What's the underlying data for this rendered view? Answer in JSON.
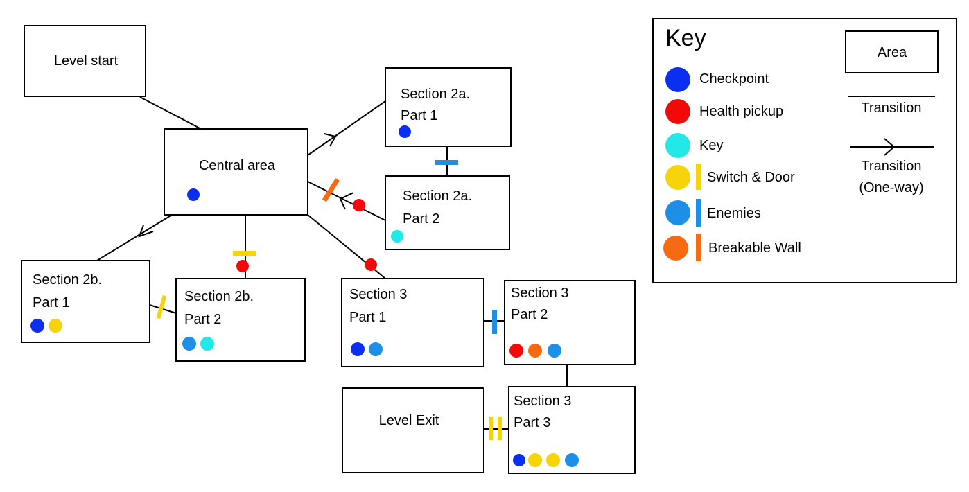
{
  "colors": {
    "checkpoint": "#0a2ff2",
    "health": "#f20a0a",
    "key": "#23e8e8",
    "switch_door": "#f7d40a",
    "enemies": "#1e8fe6",
    "breakable": "#f76a13"
  },
  "nodes": {
    "level_start": {
      "label_lines": [
        "Level start"
      ]
    },
    "central_area": {
      "label_lines": [
        "Central area"
      ]
    },
    "s2a_p1": {
      "label_lines": [
        "Section 2a.",
        "Part 1"
      ]
    },
    "s2a_p2": {
      "label_lines": [
        "Section 2a.",
        "Part 2"
      ]
    },
    "s2b_p1": {
      "label_lines": [
        "Section 2b.",
        "Part 1"
      ]
    },
    "s2b_p2": {
      "label_lines": [
        "Section 2b.",
        "Part 2"
      ]
    },
    "s3_p1": {
      "label_lines": [
        "Section 3",
        "Part 1"
      ]
    },
    "s3_p2": {
      "label_lines": [
        "Section 3",
        "Part 2"
      ]
    },
    "s3_p3": {
      "label_lines": [
        "Section 3",
        "Part 3"
      ]
    },
    "level_exit": {
      "label_lines": [
        "Level Exit"
      ]
    }
  },
  "key": {
    "title": "Key",
    "area_label": "Area",
    "transition_label": "Transition",
    "transition_oneway_line1": "Transition",
    "transition_oneway_line2": "(One-way)",
    "items": [
      {
        "label": "Checkpoint"
      },
      {
        "label": "Health pickup"
      },
      {
        "label": "Key"
      },
      {
        "label": "Switch & Door"
      },
      {
        "label": "Enemies"
      },
      {
        "label": "Breakable Wall"
      }
    ]
  }
}
